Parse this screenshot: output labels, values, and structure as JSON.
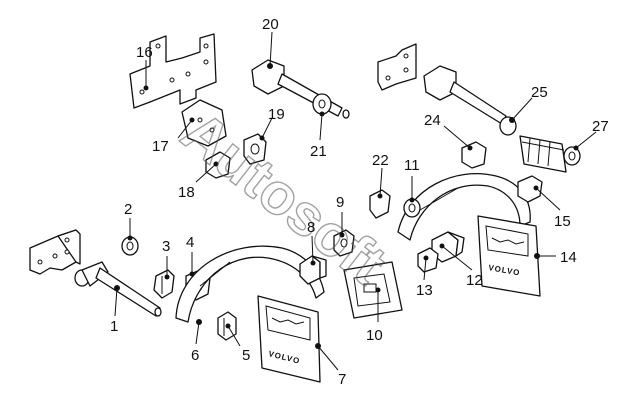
{
  "watermark": "Autosoft",
  "flap_text": "VOLVO",
  "callouts": [
    "1",
    "2",
    "3",
    "4",
    "5",
    "6",
    "7",
    "8",
    "9",
    "10",
    "11",
    "12",
    "13",
    "14",
    "15",
    "16",
    "17",
    "18",
    "19",
    "20",
    "21",
    "22",
    "24",
    "25",
    "27"
  ]
}
